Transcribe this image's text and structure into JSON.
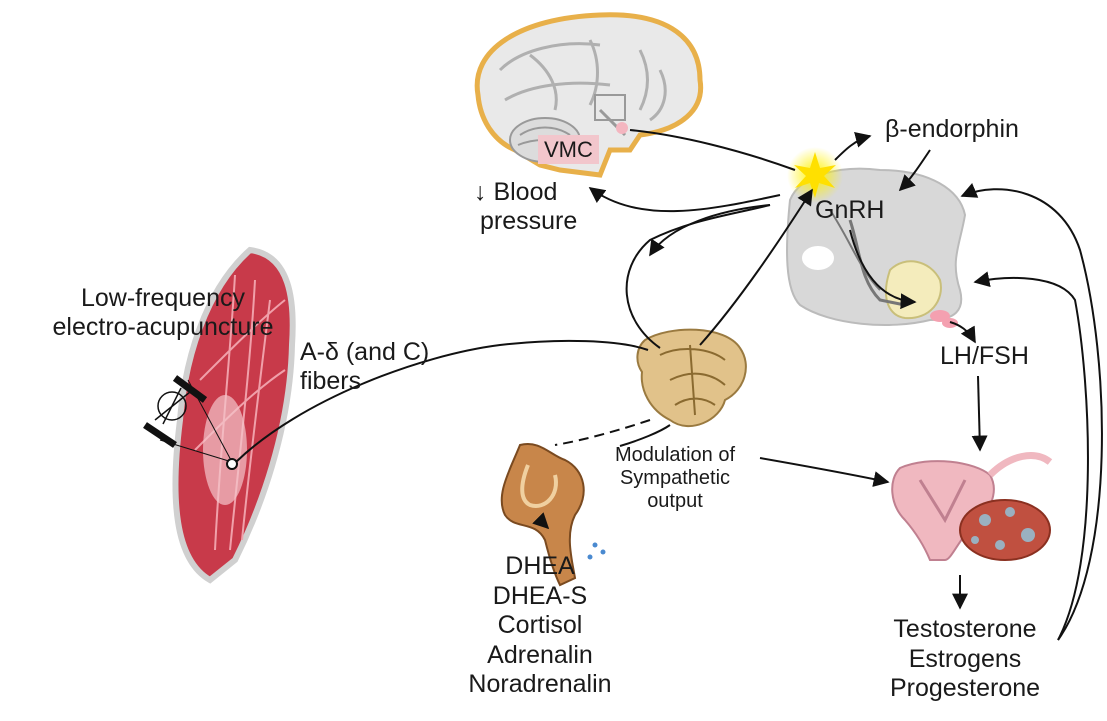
{
  "labels": {
    "vmc": "VMC",
    "blood_pressure": [
      "↓ Blood",
      "pressure"
    ],
    "beta_endorphin": "β-endorphin",
    "gnrh": "GnRH",
    "acupuncture": [
      "Low-frequency",
      "electro-acupuncture"
    ],
    "fibers": [
      "A-δ (and C)",
      "fibers"
    ],
    "lh_fsh": "LH/FSH",
    "modulation": [
      "Modulation of",
      "Sympathetic",
      "output"
    ],
    "adrenal_hormones": [
      "DHEA",
      "DHEA-S",
      "Cortisol",
      "Adrenalin",
      "Noradrenalin"
    ],
    "gonadal_hormones": [
      "Testosterone",
      "Estrogens",
      "Progesterone"
    ]
  },
  "colors": {
    "arrow": "#111111",
    "muscle": "#c83a4a",
    "brain_outline": "#e8b04a",
    "vmc_box": "#f2c6cc",
    "spinal_cord": "#d9b26a",
    "adrenal": "#c8864a",
    "uterus": "#f0b8c0",
    "ovary": "#c05040",
    "spark": "#ffe000"
  },
  "icons": [
    "brain-icon",
    "pituitary-icon",
    "spinal-cord-icon",
    "muscle-icon",
    "adrenal-gland-icon",
    "uterus-ovary-icon",
    "spark-icon",
    "electrode-icon"
  ]
}
